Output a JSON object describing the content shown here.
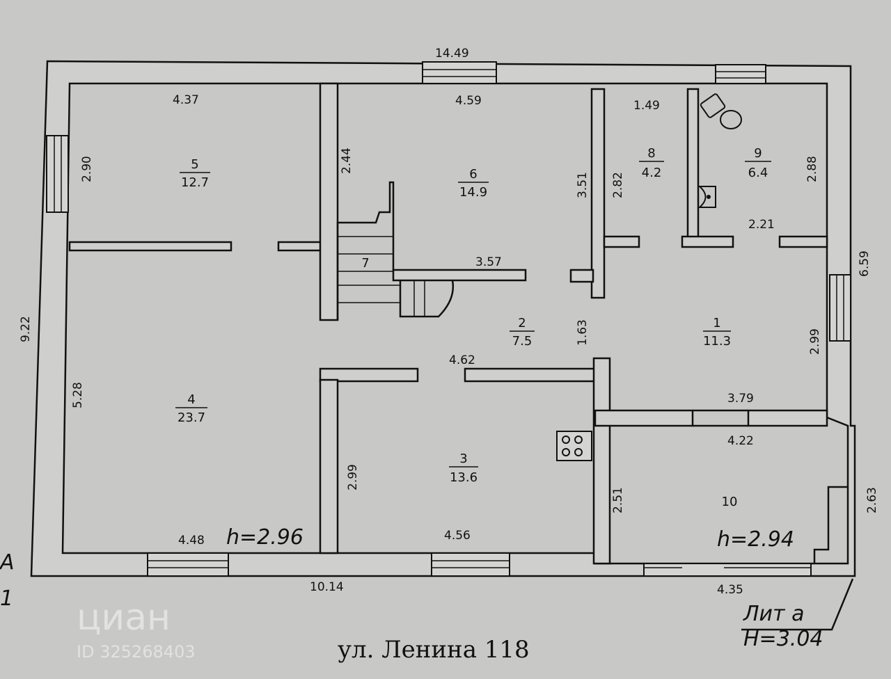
{
  "rooms": [
    {
      "number": "1",
      "area": "11.3"
    },
    {
      "number": "2",
      "area": "7.5"
    },
    {
      "number": "3",
      "area": "13.6"
    },
    {
      "number": "4",
      "area": "23.7"
    },
    {
      "number": "5",
      "area": "12.7"
    },
    {
      "number": "6",
      "area": "14.9"
    },
    {
      "number": "7"
    },
    {
      "number": "8",
      "area": "4.2"
    },
    {
      "number": "9",
      "area": "6.4"
    },
    {
      "number": "10"
    }
  ],
  "dimensions": {
    "top_total": "14.49",
    "left_total": "9.22",
    "right_total": "6.59",
    "bottom_total": "10.14",
    "r5_w": "4.37",
    "r5_h": "2.90",
    "r6_w": "4.59",
    "r6_h_left": "2.44",
    "r6_h_right": "3.51",
    "r8_w": "1.49",
    "r8_h": "2.82",
    "r9_h": "2.88",
    "r9_w": "2.21",
    "r7_w": "3.57",
    "r2_w": "4.62",
    "r2_h": "1.63",
    "r1_h": "2.99",
    "r1_w": "3.79",
    "r4_h": "5.28",
    "r4_w": "4.48",
    "r3_h": "2.99",
    "r3_w": "4.56",
    "r10_w_top": "4.22",
    "r10_h": "2.51",
    "r10_h_out": "2.63",
    "r10_w_bottom": "4.35"
  },
  "heights": {
    "main": "h=2.96",
    "r10": "h=2.94"
  },
  "letter_a": "А",
  "letter_1": "1",
  "lit": {
    "label": "Лит а",
    "height": "H=3.04"
  },
  "street": "ул. Ленина 118",
  "watermark": {
    "brand": "циан",
    "id": "ID 325268403"
  }
}
